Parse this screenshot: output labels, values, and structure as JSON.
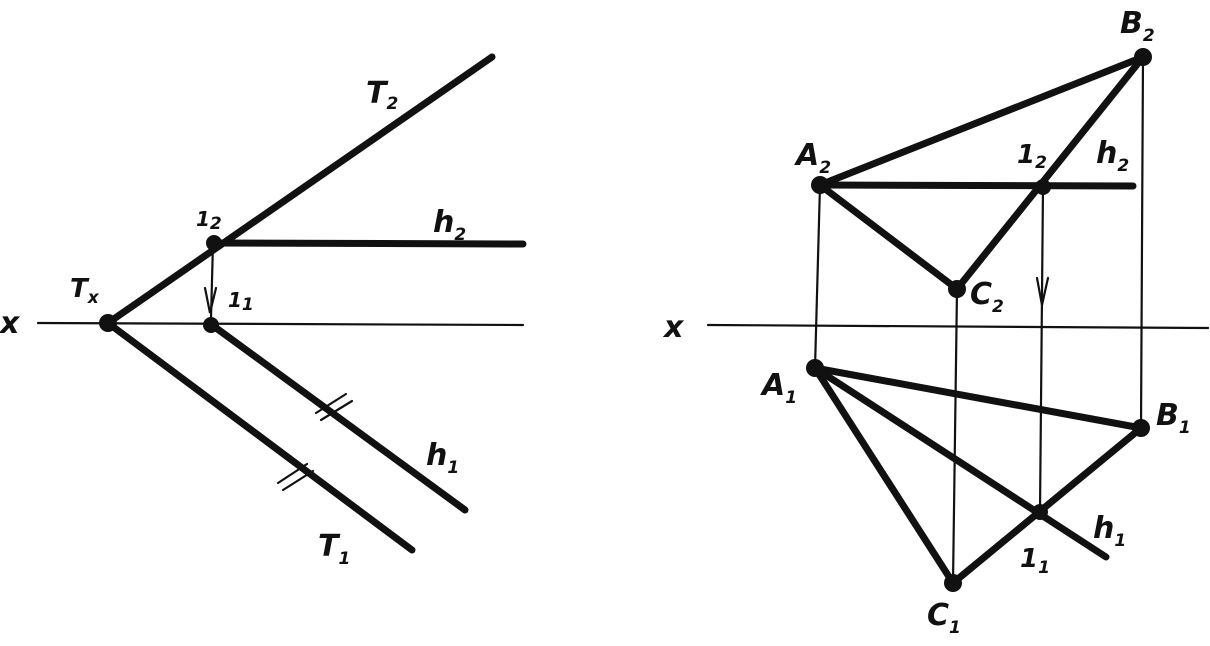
{
  "left": {
    "x_label": "x",
    "labels": {
      "T2_main": "T",
      "T2_sub": "2",
      "h2_main": "h",
      "h2_sub": "2",
      "one2_main": "1",
      "one2_sub": "2",
      "Tx_main": "T",
      "Tx_sub": "x",
      "one1_main": "1",
      "one1_sub": "1",
      "h1_main": "h",
      "h1_sub": "1",
      "T1_main": "T",
      "T1_sub": "1"
    }
  },
  "right": {
    "x_label": "x",
    "labels": {
      "B2_main": "B",
      "B2_sub": "2",
      "A2_main": "A",
      "A2_sub": "2",
      "one2_main": "1",
      "one2_sub": "2",
      "h2_main": "h",
      "h2_sub": "2",
      "C2_main": "C",
      "C2_sub": "2",
      "A1_main": "A",
      "A1_sub": "1",
      "B1_main": "B",
      "B1_sub": "1",
      "h1_main": "h",
      "h1_sub": "1",
      "one1_main": "1",
      "one1_sub": "1",
      "C1_main": "C",
      "C1_sub": "1"
    }
  }
}
